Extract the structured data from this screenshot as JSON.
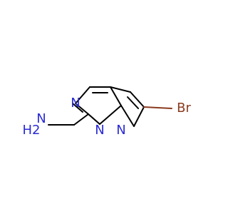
{
  "molecule": {
    "atoms": {
      "amine_h2": "H2",
      "amine_n": "N",
      "ring_n_top": "N",
      "ring_n_bottom_left": "N",
      "ring_n_bottom_right": "N",
      "bromine": "Br"
    },
    "colors": {
      "carbon": "#000000",
      "nitrogen": "#2a2ad6",
      "bromine": "#8a3b1f"
    }
  }
}
